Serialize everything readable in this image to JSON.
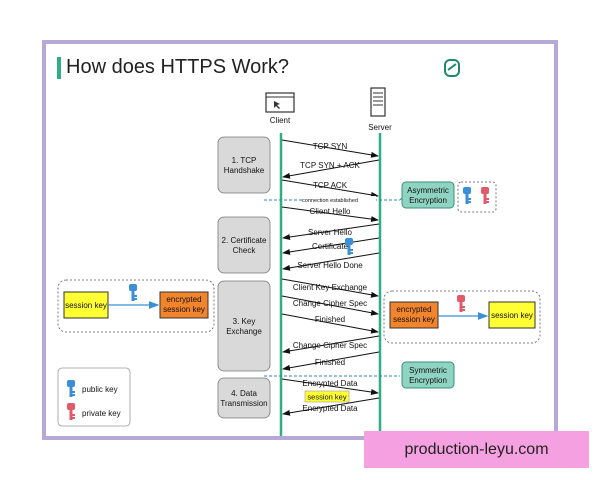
{
  "title": "How does HTTPS Work?",
  "watermark": "production-leyu.com",
  "icons": [
    "logo-icon",
    "computer-icon",
    "server-icon",
    "key-icon-blue",
    "key-icon-red"
  ],
  "colors": {
    "frame": "#b6a9d8",
    "title_accent": "#2fae84",
    "timeline": "#2fae84",
    "session_key": "#ffff33",
    "encrypted": "#f2842b",
    "stage_box": "#d9d9d9",
    "encryption_box": "#8fd3c2",
    "public_key": "#3a8fd8",
    "private_key": "#e05a6a",
    "watermark": "#f5a0e0"
  },
  "actors": {
    "client": "Client",
    "server": "Server"
  },
  "stages": [
    {
      "label": [
        "1. TCP",
        "Handshake"
      ]
    },
    {
      "label": [
        "2. Certificate",
        "Check"
      ]
    },
    {
      "label": [
        "3. Key",
        "Exchange"
      ]
    },
    {
      "label": [
        "4. Data",
        "Transmission"
      ]
    }
  ],
  "messages": [
    {
      "text": "TCP SYN",
      "dir": "right"
    },
    {
      "text": "TCP SYN + ACK",
      "dir": "left"
    },
    {
      "text": "TCP ACK",
      "dir": "right"
    },
    {
      "text": "connection established",
      "dir": "none"
    },
    {
      "text": "Client Hello",
      "dir": "right"
    },
    {
      "text": "Server Hello",
      "dir": "left"
    },
    {
      "text": "Certificate",
      "dir": "left"
    },
    {
      "text": "Server Hello Done",
      "dir": "left"
    },
    {
      "text": "Client Key Exchange",
      "dir": "right"
    },
    {
      "text": "Change Cipher Spec",
      "dir": "right"
    },
    {
      "text": "Finished",
      "dir": "right"
    },
    {
      "text": "Change Cipher Spec",
      "dir": "left"
    },
    {
      "text": "Finished",
      "dir": "left"
    },
    {
      "text": "Encrypted Data",
      "dir": "right"
    },
    {
      "text": "session key",
      "dir": "none"
    },
    {
      "text": "Encrypted Data",
      "dir": "left"
    }
  ],
  "asymmetric_encryption": [
    "Asymmetric",
    "Encryption"
  ],
  "symmetric_encryption": [
    "Symmetric",
    "Encryption"
  ],
  "left_group": {
    "session_key": "session key",
    "encrypted": [
      "encrypted",
      "session key"
    ]
  },
  "right_group": {
    "encrypted": [
      "encrypted",
      "session key"
    ],
    "session_key": "session key"
  },
  "legend": {
    "public_key": "public key",
    "private_key": "private key"
  }
}
